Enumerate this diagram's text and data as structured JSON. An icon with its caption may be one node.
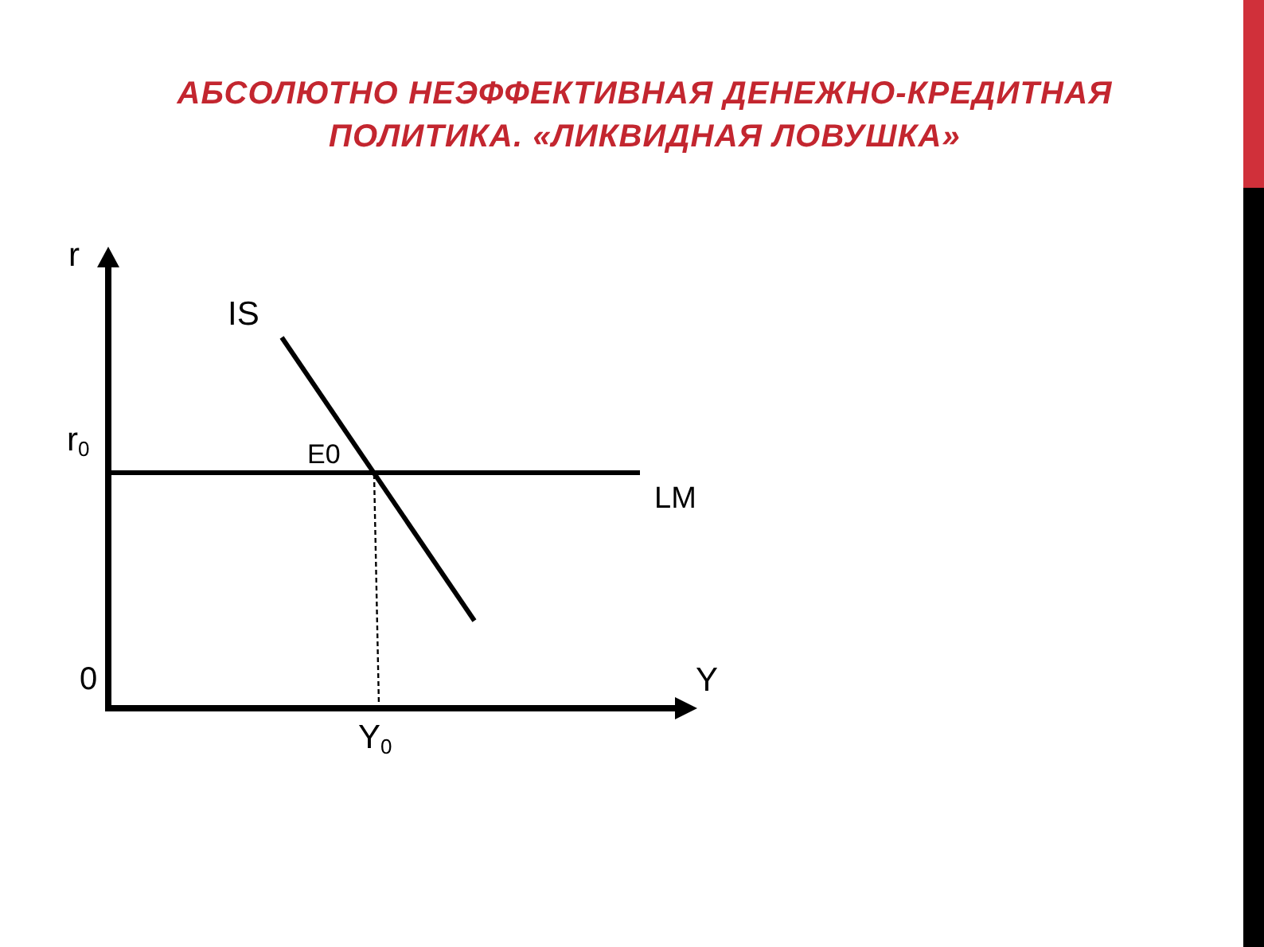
{
  "diagram": {
    "title": "АБСОЛЮТНО НЕЭФФЕКТИВНАЯ ДЕНЕЖНО-КРЕДИТНАЯ ПОЛИТИКА. «ЛИКВИДНАЯ ЛОВУШКА»",
    "labels": [
      "r",
      "IS",
      "r$_{0}$",
      "E0",
      "LM",
      "0",
      "Y",
      "Y$_{0}$"
    ]
  }
}
